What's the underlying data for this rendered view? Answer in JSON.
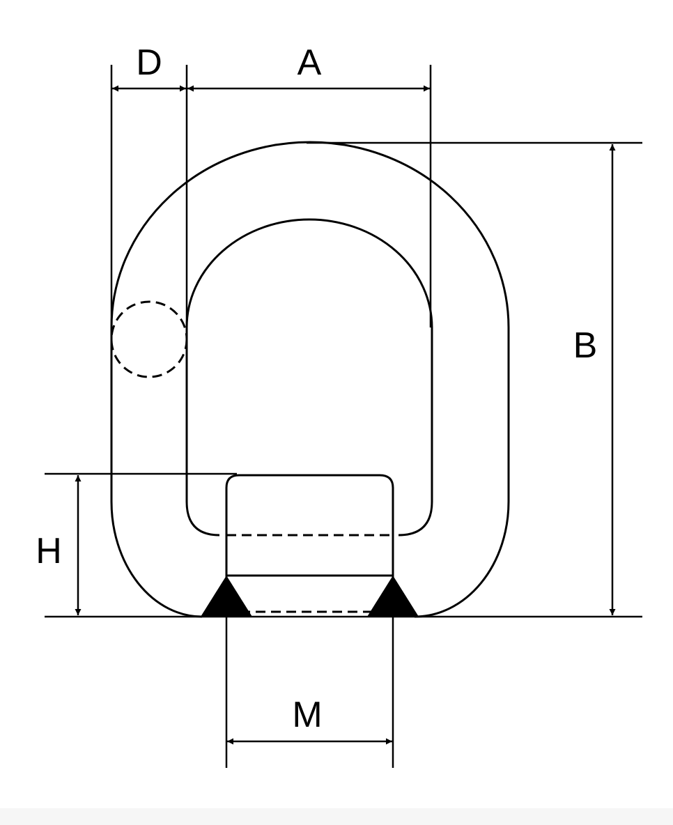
{
  "diagram": {
    "labels": {
      "d": "D",
      "a": "A",
      "b": "B",
      "h": "H",
      "m": "M"
    },
    "colors": {
      "line": "#000000",
      "background": "#ffffff"
    }
  }
}
